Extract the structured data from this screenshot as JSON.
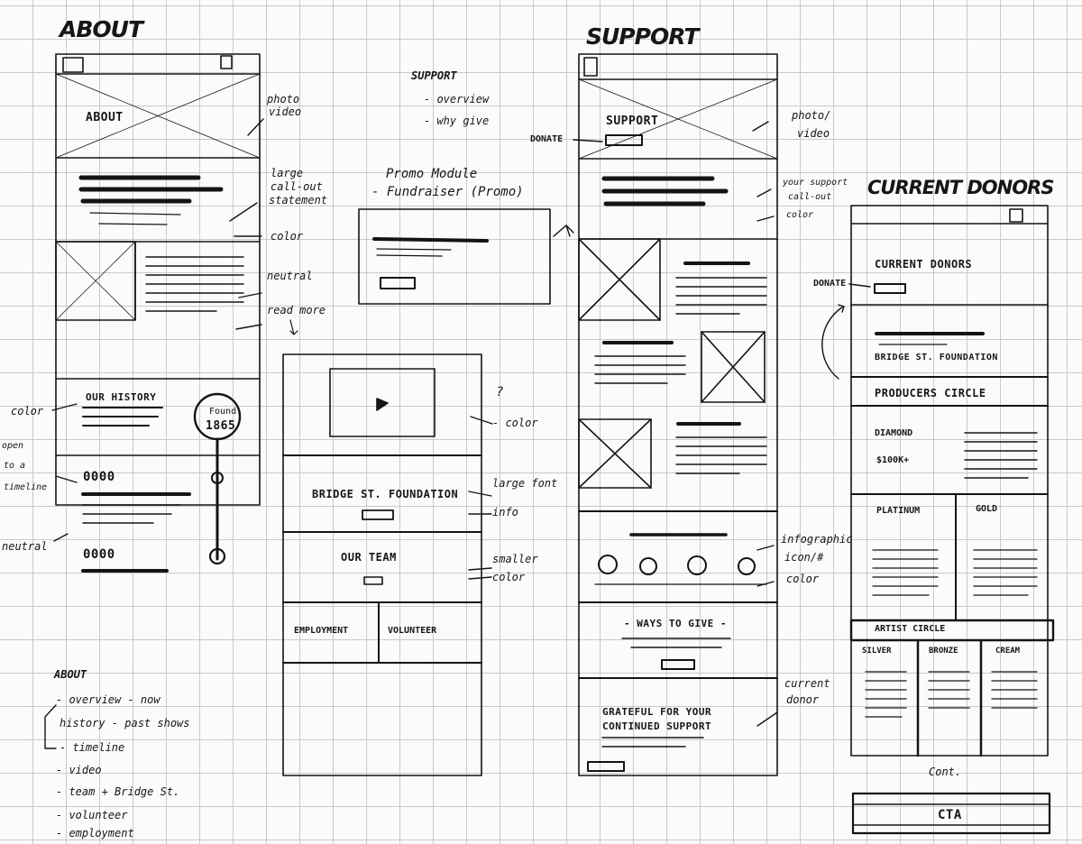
{
  "pages": {
    "about": {
      "heading": "ABOUT",
      "hero_label": "ABOUT",
      "history_label": "OUR HISTORY",
      "founded_label": "Found.",
      "founded_year": "1865",
      "timeline_entry_1": "0000",
      "timeline_entry_2": "0000"
    },
    "team": {
      "promo_title": "Promo Module",
      "promo_subtitle": "- Fundraiser (Promo)",
      "bridge_label": "BRIDGE ST. FOUNDATION",
      "team_label": "OUR TEAM",
      "employment_label": "EMPLOYMENT",
      "volunteer_label": "VOLUNTEER"
    },
    "support": {
      "heading": "SUPPORT",
      "hero_label": "SUPPORT",
      "donate_label": "DONATE",
      "ways_label": "- WAYS TO GIVE -",
      "thanks_line_1": "GRATEFUL FOR YOUR",
      "thanks_line_2": "CONTINUED SUPPORT"
    },
    "donors": {
      "heading": "CURRENT DONORS",
      "hero_label": "CURRENT DONORS",
      "donate_label": "DONATE",
      "bridge_label": "BRIDGE ST. FOUNDATION",
      "producers_label": "PRODUCERS CIRCLE",
      "diamond_label": "DIAMOND",
      "diamond_amount": "$100K+",
      "platinum_label": "PLATINUM",
      "gold_label": "GOLD",
      "artist_label": "ARTIST CIRCLE",
      "silver_label": "SILVER",
      "bronze_label": "BRONZE",
      "cream_label": "CREAM",
      "cont_label": "Cont.",
      "cta_label": "CTA"
    }
  },
  "annotations": {
    "photo_video": [
      "photo",
      "video"
    ],
    "large_callout": [
      "large",
      "call-out",
      "statement"
    ],
    "color": "color",
    "neutral": "neutral",
    "read_more": "read more",
    "color_left": "color",
    "open_timeline": [
      "open",
      "to a",
      "timeline"
    ],
    "neutral_left": "neutral",
    "support_menu": [
      "SUPPORT",
      "- overview",
      "- why give"
    ],
    "question": "?",
    "color_mid": "- color",
    "large_font": "large font",
    "info": "info",
    "smaller": "smaller",
    "color_mid_2": "color",
    "photo_video_2": [
      "photo/",
      "video"
    ],
    "your_support": [
      "your support",
      "call-out",
      "color"
    ],
    "infographic": [
      "infographic",
      "icon/#"
    ],
    "color_right": "color",
    "current_donor": [
      "current",
      "donor"
    ],
    "about_menu": [
      "ABOUT",
      "- overview - now",
      "history - past shows",
      "- timeline",
      "- video",
      "- team + Bridge St.",
      "- volunteer",
      "- employment"
    ]
  }
}
